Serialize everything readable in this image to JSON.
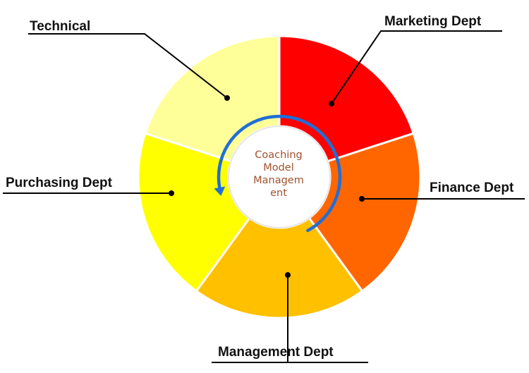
{
  "diagram": {
    "center": {
      "lines": [
        "Coaching",
        "Model",
        "Managem",
        "ent"
      ]
    },
    "segments": [
      {
        "id": "marketing",
        "label": "Marketing Dept",
        "color": "#ff0000"
      },
      {
        "id": "finance",
        "label": "Finance Dept",
        "color": "#ff6600"
      },
      {
        "id": "management",
        "label": "Management Dept",
        "color": "#ffc000"
      },
      {
        "id": "purchasing",
        "label": "Purchasing Dept",
        "color": "#ffff00"
      },
      {
        "id": "technical",
        "label": "Technical",
        "color": "#ffff99"
      }
    ],
    "cycle_arrow_color": "#1f6fd6",
    "leader_line_color": "#000000"
  }
}
